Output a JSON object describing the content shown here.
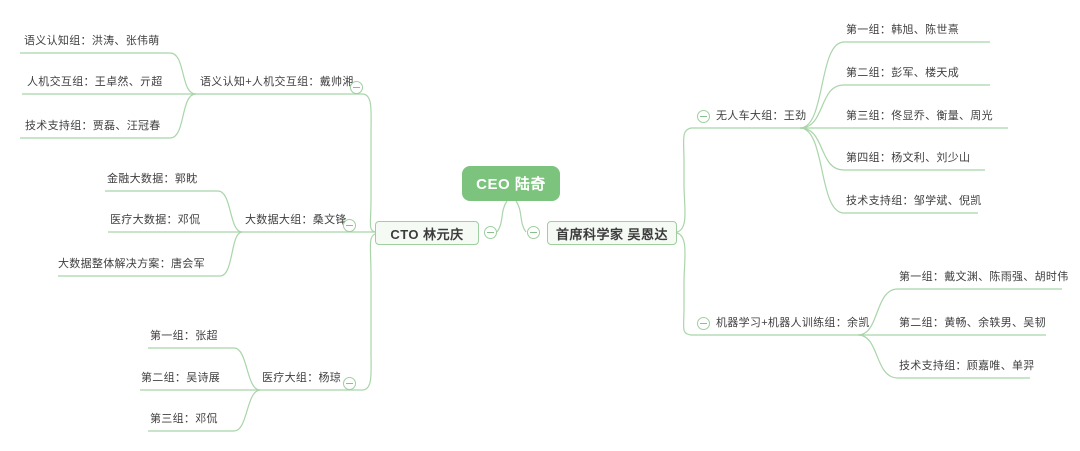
{
  "colors": {
    "background": "#ffffff",
    "branch_line": "#a9d5a9",
    "root_bg": "#7cc47d",
    "root_text": "#ffffff",
    "box_bg": "#f5faf5",
    "box_border": "#9ecf9f",
    "node_text": "#3f3f3f"
  },
  "icons": {
    "collapse": "minus-circle"
  },
  "mindmap": {
    "root": {
      "label": "CEO 陆奇"
    },
    "left": {
      "label": "CTO 林元庆",
      "children": [
        {
          "label": "语义认知+人机交互组：戴帅湘",
          "children": [
            {
              "label": "语义认知组：洪涛、张伟萌"
            },
            {
              "label": "人机交互组：王卓然、亓超"
            },
            {
              "label": "技术支持组：贾磊、汪冠春"
            }
          ]
        },
        {
          "label": "大数据大组：桑文锋",
          "children": [
            {
              "label": "金融大数据：郭眈"
            },
            {
              "label": "医疗大数据：邓侃"
            },
            {
              "label": "大数据整体解决方案：唐会军"
            }
          ]
        },
        {
          "label": "医疗大组：杨琼",
          "children": [
            {
              "label": "第一组：张超"
            },
            {
              "label": "第二组：吴诗展"
            },
            {
              "label": "第三组：邓侃"
            }
          ]
        }
      ]
    },
    "right": {
      "label": "首席科学家 吴恩达",
      "children": [
        {
          "label": "无人车大组：王劲",
          "children": [
            {
              "label": "第一组：韩旭、陈世熹"
            },
            {
              "label": "第二组：彭军、楼天成"
            },
            {
              "label": "第三组：佟显乔、衡量、周光"
            },
            {
              "label": "第四组：杨文利、刘少山"
            },
            {
              "label": "技术支持组：邹学斌、倪凯"
            }
          ]
        },
        {
          "label": "机器学习+机器人训练组：余凯",
          "children": [
            {
              "label": "第一组：戴文渊、陈雨强、胡时伟"
            },
            {
              "label": "第二组：黄畅、余轶男、吴韧"
            },
            {
              "label": "技术支持组：顾嘉唯、单羿"
            }
          ]
        }
      ]
    }
  }
}
